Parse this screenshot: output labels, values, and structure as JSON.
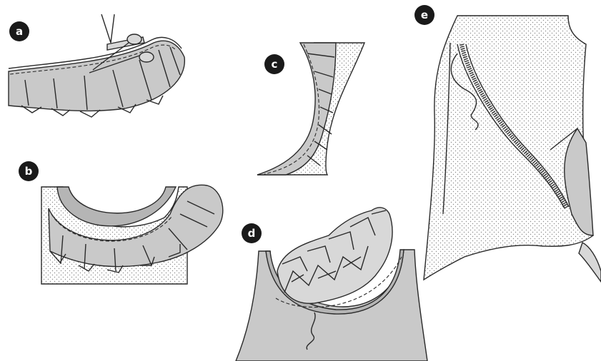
{
  "steps": [
    {
      "id": "a",
      "label": "a"
    },
    {
      "id": "b",
      "label": "b"
    },
    {
      "id": "c",
      "label": "c"
    },
    {
      "id": "d",
      "label": "d"
    },
    {
      "id": "e",
      "label": "e"
    }
  ],
  "colors": {
    "badge": "#1a1a1a",
    "fabric": "#c9c9c9",
    "fabric_light": "#d8d8d8",
    "outline": "#2a2a2a",
    "dots": "#8a8a8a"
  },
  "icons": [
    "scissors-icon"
  ]
}
